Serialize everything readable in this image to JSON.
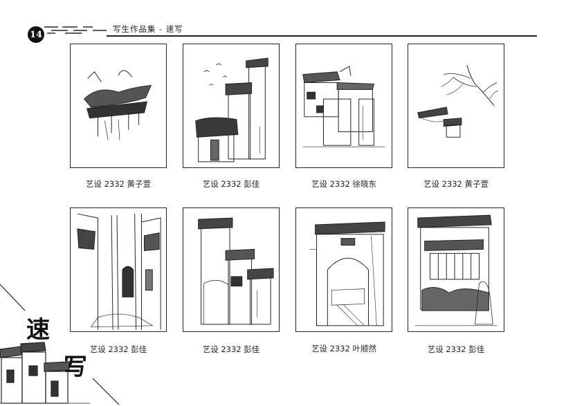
{
  "header": {
    "page_number": "14",
    "title": "写生作品集 - 速写"
  },
  "corner": {
    "char_1": "速",
    "char_2": "写"
  },
  "works": [
    {
      "subject": "hall-roof-sketch",
      "caption": "艺设 2332 黄子萱"
    },
    {
      "subject": "horsehead-wall-sketch",
      "caption": "艺设 2332 彭佳"
    },
    {
      "subject": "village-houses-sketch",
      "caption": "艺设 2332 徐晓东"
    },
    {
      "subject": "tree-and-eaves-sketch",
      "caption": "艺设 2332 黄子萱"
    },
    {
      "subject": "narrow-alley-sketch",
      "caption": "艺设 2332 彭佳"
    },
    {
      "subject": "tall-house-sketch",
      "caption": "艺设 2332 彭佳"
    },
    {
      "subject": "archway-gate-sketch",
      "caption": "艺设 2332 叶顺然"
    },
    {
      "subject": "courtyard-window-sketch",
      "caption": "艺设 2332 彭佳"
    }
  ]
}
